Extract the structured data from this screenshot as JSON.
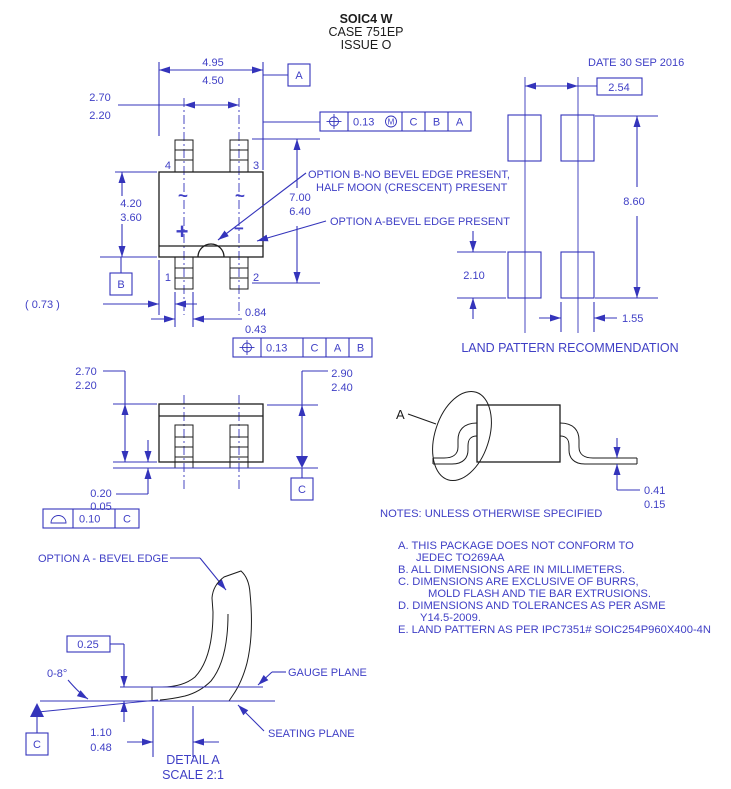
{
  "title": {
    "product": "SOIC4 W",
    "case": "CASE 751EP",
    "issue": "ISSUE O"
  },
  "date": "DATE 30 SEP 2016",
  "symbols": {
    "position_tolerance": "crosshair-circle",
    "material_modifier": "M",
    "half_moon": "half-moon-d-shape",
    "datum_feature": "filled-triangle"
  },
  "colors": {
    "line_blue": "#3434bb",
    "text_blue": "#4040c6",
    "black": "#1c1c1c"
  },
  "top_view": {
    "pin1": "1",
    "pin2": "2",
    "pin3": "3",
    "pin4": "4",
    "mark_ac_left": "~",
    "mark_ac_right": "~",
    "mark_plus": "+",
    "mark_minus": "−",
    "dim_width_max": "4.95",
    "dim_width_min": "4.50",
    "dim_pitch_max": "2.70",
    "dim_pitch_min": "2.20",
    "dim_body_max": "4.20",
    "dim_body_min": "3.60",
    "dim_span_max": "7.00",
    "dim_span_min": "6.40",
    "dim_lead_max": "0.84",
    "dim_lead_min": "0.43",
    "dim_ref": "( 0.73 )",
    "datum_a": "A",
    "datum_b": "B",
    "fcf_top": {
      "tolerance": "0.13",
      "modifier": "M",
      "d1": "C",
      "d2": "B",
      "d3": "A"
    },
    "fcf_bottom": {
      "tolerance": "0.13",
      "d1": "C",
      "d2": "A",
      "d3": "B"
    },
    "option_b_line1": "OPTION B-NO BEVEL EDGE PRESENT,",
    "option_b_line2": "HALF MOON (CRESCENT) PRESENT",
    "option_a": "OPTION A-BEVEL EDGE PRESENT"
  },
  "land_pattern": {
    "caption": "LAND PATTERN RECOMMENDATION",
    "dim_pitch": "2.54",
    "dim_length": "8.60",
    "dim_pad_height": "2.10",
    "dim_pad_width": "1.55"
  },
  "front_view": {
    "dim_left_max": "2.70",
    "dim_left_min": "2.20",
    "dim_right_max": "2.90",
    "dim_right_min": "2.40",
    "dim_standoff_max": "0.20",
    "dim_standoff_min": "0.05",
    "datum_c": "C",
    "fcf": {
      "tolerance": "0.10",
      "d1": "C"
    }
  },
  "side_view": {
    "detail_label": "A",
    "dim_lead_thk_max": "0.41",
    "dim_lead_thk_min": "0.15"
  },
  "notes": {
    "header": "NOTES: UNLESS OTHERWISE SPECIFIED",
    "a1": "A. THIS PACKAGE DOES NOT CONFORM TO",
    "a2": "JEDEC TO269AA",
    "b": "B. ALL DIMENSIONS ARE IN MILLIMETERS.",
    "c1": "C. DIMENSIONS ARE EXCLUSIVE OF BURRS,",
    "c2": "MOLD FLASH AND TIE BAR EXTRUSIONS.",
    "d1": "D. DIMENSIONS AND TOLERANCES AS PER ASME",
    "d2": "Y14.5-2009.",
    "e": "E. LAND PATTERN AS PER IPC7351# SOIC254P960X400-4N"
  },
  "detail_a": {
    "callout": "OPTION A - BEVEL EDGE",
    "dim_gauge_offset": "0.25",
    "angle": "0-8°",
    "dim_foot_max": "1.10",
    "dim_foot_min": "0.48",
    "gauge_plane": "GAUGE PLANE",
    "seating_plane": "SEATING PLANE",
    "datum_c": "C",
    "title": "DETAIL A",
    "scale": "SCALE 2:1"
  }
}
